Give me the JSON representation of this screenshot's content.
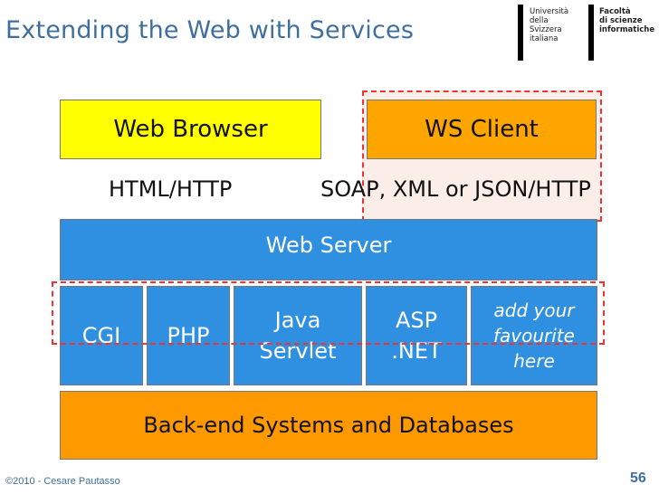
{
  "slide": {
    "title": "Extending the Web with Services",
    "logo": {
      "usi": [
        "Università",
        "della",
        "Svizzera",
        "italiana"
      ],
      "faculty": [
        "Facoltà",
        "di scienze",
        "informatiche"
      ]
    },
    "diagram": {
      "web_browser": "Web Browser",
      "ws_client": "WS Client",
      "html_http": "HTML/HTTP",
      "soap_xml_json": "SOAP, XML or JSON/HTTP",
      "web_server": "Web Server",
      "cgi": "CGI",
      "php": "PHP",
      "java_servlet_1": "Java",
      "java_servlet_2": "Servlet",
      "asp_1": "ASP",
      "asp_2": ".NET",
      "favourite_1": "add your",
      "favourite_2": "favourite",
      "favourite_3": "here",
      "backend": "Back-end Systems and Databases"
    },
    "footer": "©2010 - Cesare Pautasso",
    "page_number": "56"
  }
}
